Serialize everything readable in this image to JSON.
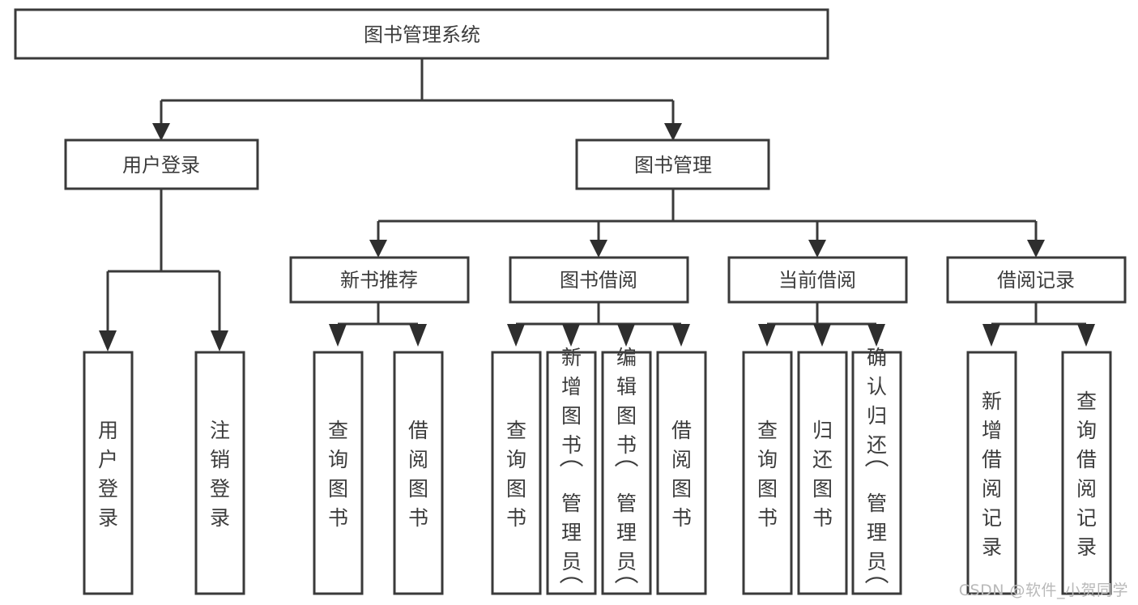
{
  "diagram": {
    "title": "图书管理系统",
    "type": "tree",
    "watermark": "CSDN @软件_小贺同学",
    "root": {
      "id": "root",
      "label": "图书管理系统",
      "orientation": "horizontal"
    },
    "level1": [
      {
        "id": "user-login",
        "label": "用户登录",
        "orientation": "horizontal"
      },
      {
        "id": "book-manage",
        "label": "图书管理",
        "orientation": "horizontal"
      }
    ],
    "level2": [
      {
        "id": "new-book-rec",
        "label": "新书推荐",
        "parent": "book-manage",
        "orientation": "horizontal"
      },
      {
        "id": "book-borrow",
        "label": "图书借阅",
        "parent": "book-manage",
        "orientation": "horizontal"
      },
      {
        "id": "current-borrow",
        "label": "当前借阅",
        "parent": "book-manage",
        "orientation": "horizontal"
      },
      {
        "id": "borrow-record",
        "label": "借阅记录",
        "parent": "book-manage",
        "orientation": "horizontal"
      }
    ],
    "leaves": [
      {
        "id": "leaf-user-login",
        "label": "用户登录",
        "parent": "user-login",
        "orientation": "vertical"
      },
      {
        "id": "leaf-user-logout",
        "label": "注销登录",
        "parent": "user-login",
        "orientation": "vertical"
      },
      {
        "id": "leaf-query-book-1",
        "label": "查询图书",
        "parent": "new-book-rec",
        "orientation": "vertical"
      },
      {
        "id": "leaf-borrow-book-1",
        "label": "借阅图书",
        "parent": "new-book-rec",
        "orientation": "vertical"
      },
      {
        "id": "leaf-query-book-2",
        "label": "查询图书",
        "parent": "book-borrow",
        "orientation": "vertical"
      },
      {
        "id": "leaf-add-book",
        "label": "新增图书（管理员）",
        "parent": "book-borrow",
        "orientation": "vertical"
      },
      {
        "id": "leaf-edit-book",
        "label": "编辑图书（管理员）",
        "parent": "book-borrow",
        "orientation": "vertical"
      },
      {
        "id": "leaf-borrow-book-2",
        "label": "借阅图书",
        "parent": "book-borrow",
        "orientation": "vertical"
      },
      {
        "id": "leaf-query-book-3",
        "label": "查询图书",
        "parent": "current-borrow",
        "orientation": "vertical"
      },
      {
        "id": "leaf-return-book",
        "label": "归还图书",
        "parent": "current-borrow",
        "orientation": "vertical"
      },
      {
        "id": "leaf-confirm-return",
        "label": "确认归还（管理员）",
        "parent": "current-borrow",
        "orientation": "vertical"
      },
      {
        "id": "leaf-add-record",
        "label": "新增借阅记录",
        "parent": "borrow-record",
        "orientation": "vertical"
      },
      {
        "id": "leaf-query-record",
        "label": "查询借阅记录",
        "parent": "borrow-record",
        "orientation": "vertical"
      }
    ],
    "colors": {
      "stroke": "#3a3a3a",
      "fill": "#ffffff",
      "text": "#3c3c3c",
      "watermark": "#b9b9b9",
      "background": "#ffffff"
    }
  }
}
